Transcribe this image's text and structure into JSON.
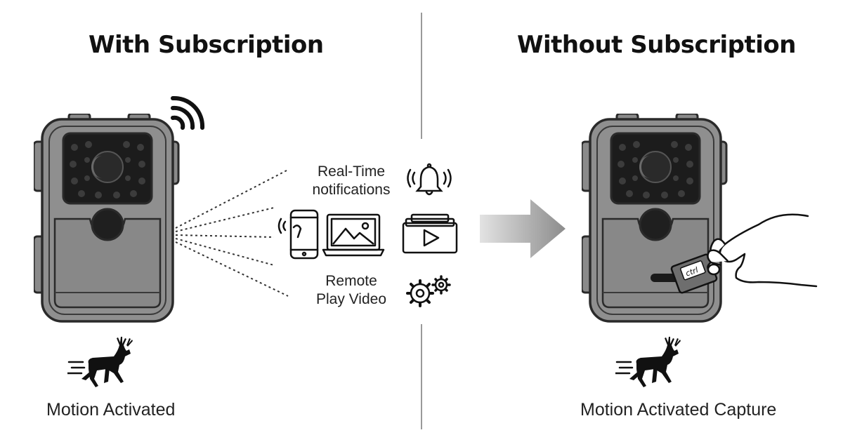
{
  "left_panel": {
    "title": "With Subscription",
    "caption": "Motion Activated",
    "features": {
      "notifications_label_line1": "Real-Time",
      "notifications_label_line2": "notifications",
      "remote_label_line1": "Remote",
      "remote_label_line2": "Play Video"
    }
  },
  "right_panel": {
    "title": "Without Subscription",
    "caption": "Motion Activated Capture",
    "sd_card_text": "ctrl"
  },
  "icons": [
    "wifi-signal-icon",
    "trail-camera-icon",
    "bell-icon",
    "smartphone-icon",
    "laptop-icon",
    "video-play-icon",
    "gears-icon",
    "arrow-right-icon",
    "deer-running-icon",
    "hand-sd-card-icon"
  ],
  "colors": {
    "camera_body": "#8a8a8a",
    "camera_outline": "#2a2a2a",
    "lens_panel": "#1c1c1c",
    "arrow_gradient_start": "#d9d9d9",
    "arrow_gradient_end": "#8f8f8f",
    "divider": "#9a9a9a"
  }
}
